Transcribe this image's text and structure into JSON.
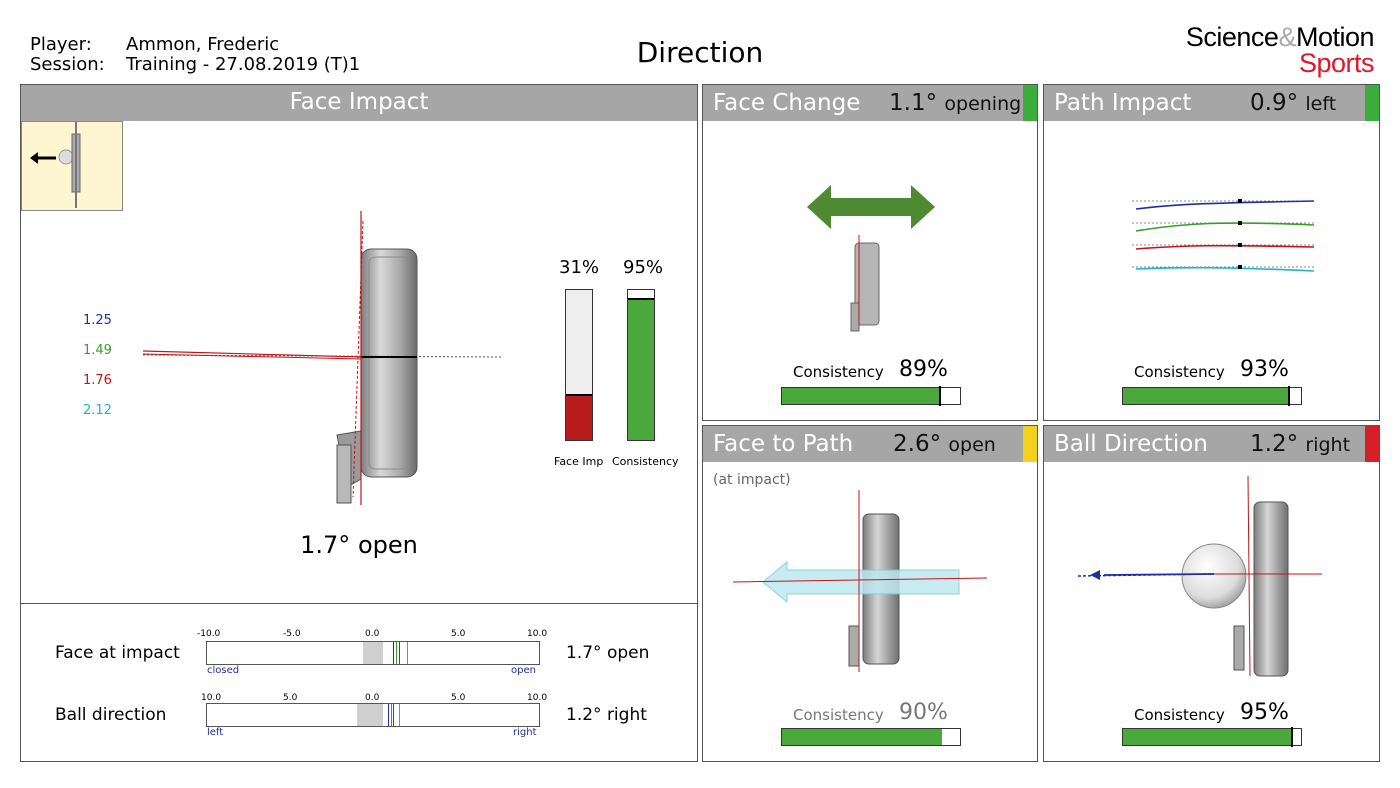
{
  "header": {
    "player_label": "Player:",
    "player_value": "Ammon, Frederic",
    "session_label": "Session:",
    "session_value": "Training - 27.08.2019 (T)1",
    "title": "Direction",
    "brand_science": "Science",
    "brand_amp": "&",
    "brand_motion": "Motion",
    "brand_sports": "Sports"
  },
  "face_impact": {
    "title": "Face Impact",
    "legend": [
      "1.25",
      "1.49",
      "1.76",
      "2.12"
    ],
    "legend_colors": [
      "#1f2f9e",
      "#3c9c2a",
      "#c0161b",
      "#1fb4c6"
    ],
    "face_imp_pct": "31%",
    "face_imp_level": 0.31,
    "face_imp_label": "Face Imp",
    "consistency_pct": "95%",
    "consistency_level": 0.95,
    "consistency_label": "Consistency",
    "value": "1.7° open"
  },
  "scales": {
    "face_label": "Face at impact",
    "face_value": "1.7° open",
    "face_ticks": [
      "-10.0",
      "-5.0",
      "0.0",
      "5.0",
      "10.0"
    ],
    "face_left": "closed",
    "face_right": "open",
    "ball_label": "Ball direction",
    "ball_value": "1.2° right",
    "ball_ticks": [
      "10.0",
      "5.0",
      "0.0",
      "5.0",
      "10.0"
    ],
    "ball_left": "left",
    "ball_right": "right"
  },
  "face_change": {
    "title": "Face Change",
    "value": "1.1°",
    "unit": "opening",
    "flag_color": "#3aad3a",
    "consistency_label": "Consistency",
    "consistency_pct": "89%",
    "consistency_level": 0.89
  },
  "path_impact": {
    "title": "Path Impact",
    "value": "0.9°",
    "unit": "left",
    "flag_color": "#3aad3a",
    "consistency_label": "Consistency",
    "consistency_pct": "93%",
    "consistency_level": 0.93
  },
  "face_to_path": {
    "title": "Face to Path",
    "value": "2.6°",
    "unit": "open",
    "note": "(at impact)",
    "flag_color": "#f2d21c",
    "consistency_label": "Consistency",
    "consistency_pct": "90%",
    "consistency_level": 0.9
  },
  "ball_direction": {
    "title": "Ball Direction",
    "value": "1.2°",
    "unit": "right",
    "flag_color": "#d61f26",
    "consistency_label": "Consistency",
    "consistency_pct": "95%",
    "consistency_level": 0.95
  }
}
